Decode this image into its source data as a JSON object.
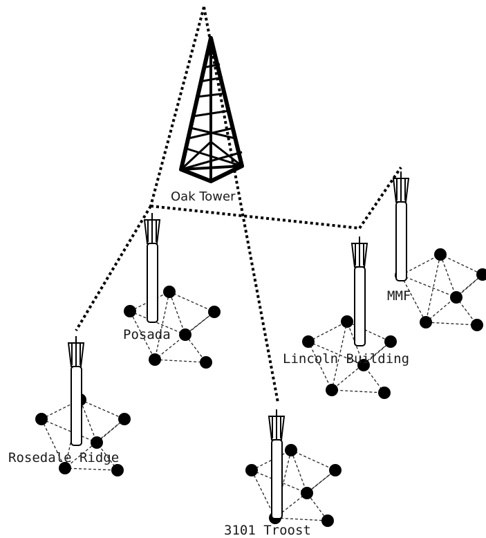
{
  "network": {
    "main_tower": {
      "label": "Oak Tower",
      "icon": "lattice-tower-icon"
    },
    "sites": [
      {
        "id": "posada",
        "label": "Posada",
        "icon": "antenna-mast-icon"
      },
      {
        "id": "mmf",
        "label": "MMF",
        "icon": "antenna-mast-icon"
      },
      {
        "id": "lincoln",
        "label": "Lincoln Building",
        "icon": "antenna-mast-icon"
      },
      {
        "id": "rosedale",
        "label": "Rosedale Ridge",
        "icon": "antenna-mast-icon"
      },
      {
        "id": "troost",
        "label": "3101 Troost",
        "icon": "antenna-mast-icon"
      }
    ]
  },
  "colors": {
    "line": "#000000",
    "background": "#ffffff"
  }
}
